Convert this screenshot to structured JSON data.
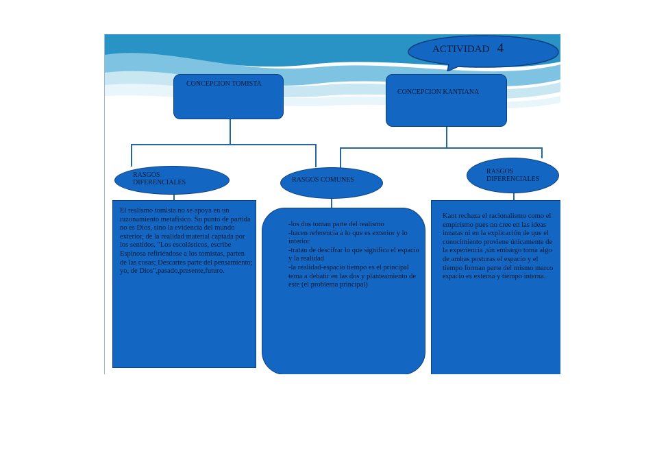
{
  "callout": {
    "label": "ACTIVIDAD",
    "number": "4"
  },
  "concepts": {
    "left": "CONCEPCION TOMISTA",
    "right": "CONCEPCION KANTIANA"
  },
  "nodes": {
    "left_traits": "RASGOS\nDIFERENCIALES",
    "common_traits": "RASGOS COMUNES",
    "right_traits": "RASGOS\nDIFERENCIALES"
  },
  "texts": {
    "left": "El realismo tomista no se apoya en un razonamiento metafísico. Su punto de partida no es Dios, sino la evidencia del mundo exterior, de la realidad material captada por los sentidos. \"Los escolásticos, escribe Espinosa refiriéndose a los tomistas, parten de las cosas; Descartes parte del pensamiento; yo, de Dios\",pasado,presente,futuro.",
    "middle": "-los dos toman parte del realismo\n-hacen referencia a lo que es exterior y lo interior\n-tratan de descifrar lo que significa el espacio y la realidad\n-la realidad-espacio tiempo es el principal tema a debatir en las dos y planteamiento de este (el problema principal)",
    "right": "Kant rechaza el racionalismo como el empirismo pues no cree en las ideas innatas ni en la explicación de que el conocimiento proviene únicamente de la experiencia ,sin embargo toma algo de ambas posturas el espacio y el tiempo forman parte del mismo marco espacio es externa y tiempo interna."
  },
  "colors": {
    "box_fill": "#1466c3",
    "box_border": "#0e3f7d",
    "connector": "#26679f"
  }
}
